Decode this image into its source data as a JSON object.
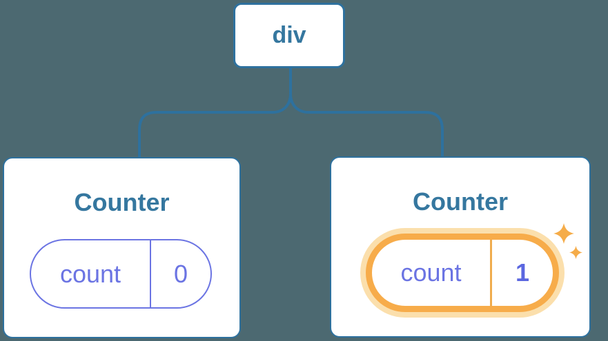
{
  "colors": {
    "background": "#4C6971",
    "node_border_blue": "#2E719E",
    "connector_blue": "#2E719E",
    "title_text_blue": "#35779F",
    "state_purple": "#6B74E3",
    "highlighted_value_purple": "#5B67E0",
    "highlight_ring_orange": "#F7AC4A",
    "highlight_glow_orange": "#FBDFAC",
    "highlight_divider_orange": "#F0AC4E",
    "sparkle_orange": "#F5AC49",
    "card_background": "#FFFFFF"
  },
  "diagram": {
    "root_node": {
      "label": "div"
    },
    "children": [
      {
        "title": "Counter",
        "state_pill": {
          "key": "count",
          "value": "0",
          "highlighted": false
        }
      },
      {
        "title": "Counter",
        "state_pill": {
          "key": "count",
          "value": "1",
          "highlighted": true
        }
      }
    ]
  },
  "icons": {
    "sparkle_large": "sparkle-icon",
    "sparkle_small": "sparkle-icon"
  }
}
